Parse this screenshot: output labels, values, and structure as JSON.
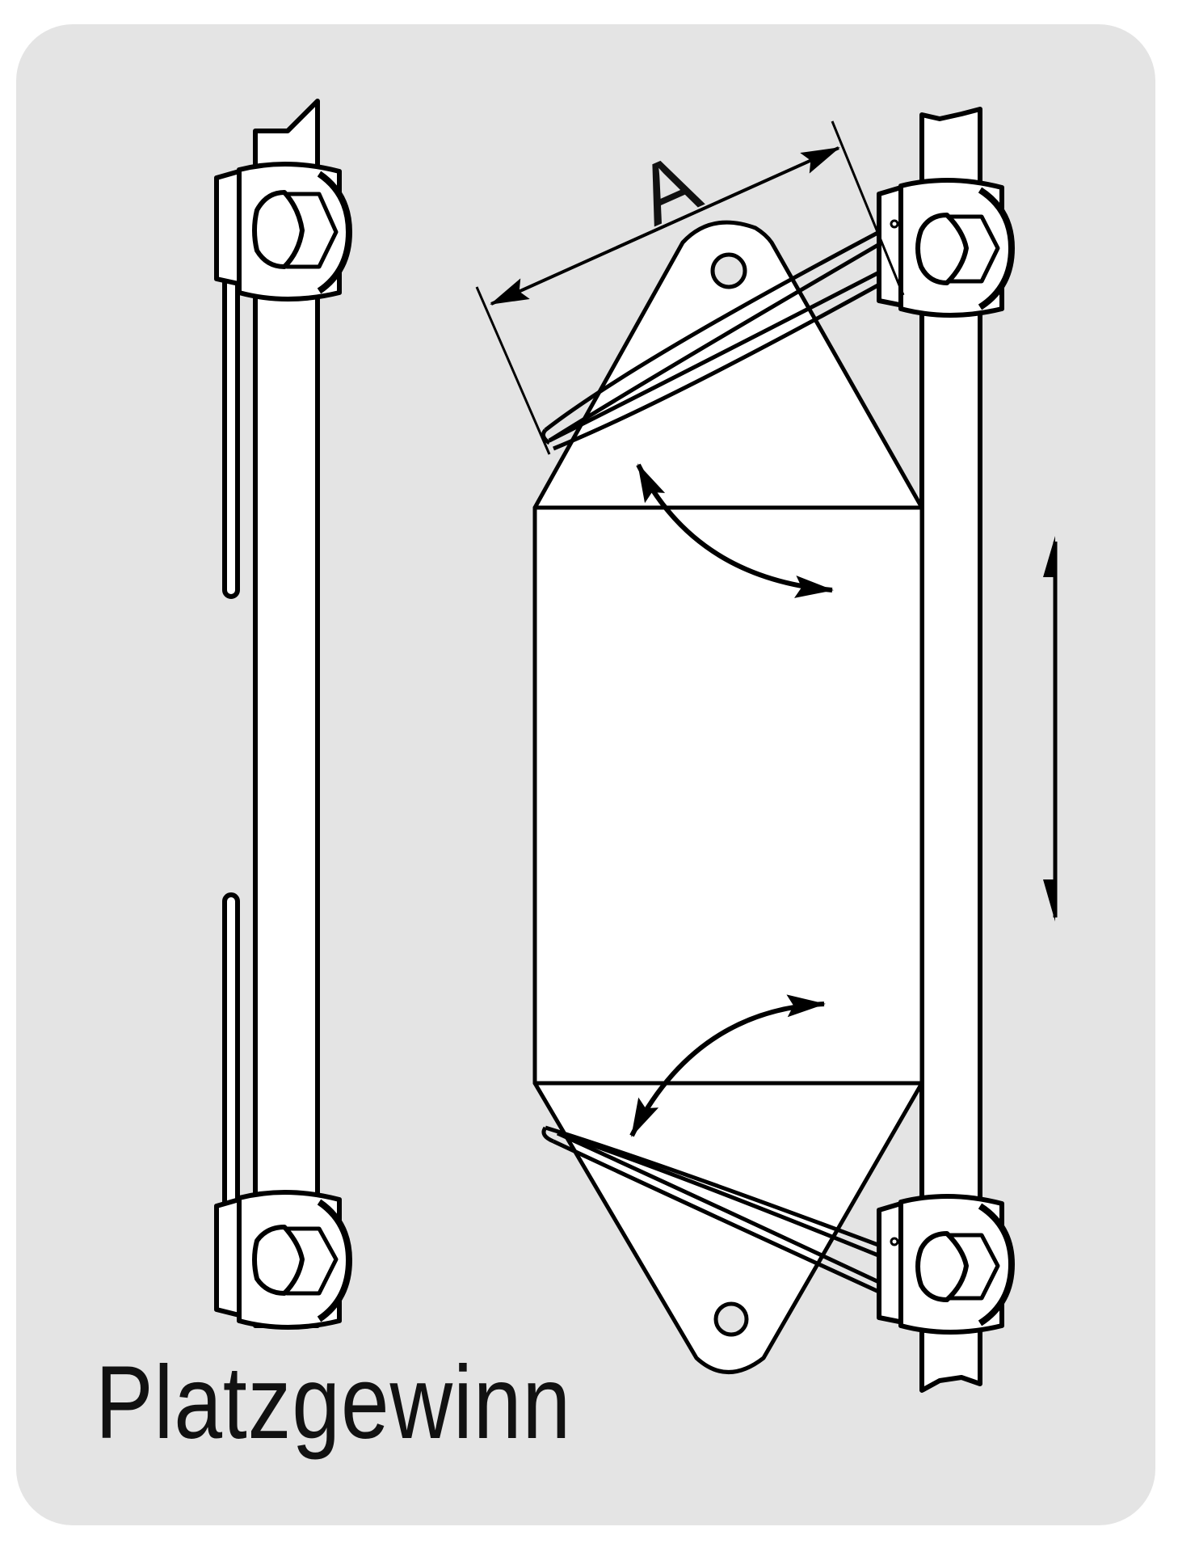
{
  "figure": {
    "caption": "Platzgewinn",
    "dimension_label": "A",
    "background_color": "#e4e4e4",
    "line_color": "#000000",
    "fill_color": "#ffffff"
  },
  "elements": {
    "left_assembly": "side-view-bar-with-two-clamps",
    "right_assembly": "fender-attached-to-bar-with-two-clamps",
    "rotation_arrows": 2,
    "vertical_motion_arrow": "double-headed"
  }
}
